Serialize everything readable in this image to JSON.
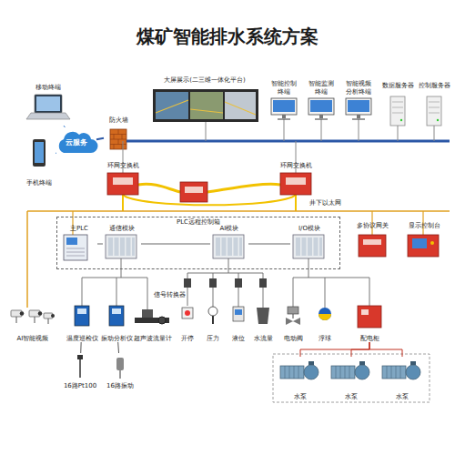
{
  "diagram": {
    "title": "煤矿智能排水系统方案",
    "nodes": [
      {
        "text": [
          "移动终端"
        ]
      },
      {
        "text": [
          "手机终端"
        ]
      },
      {
        "text": [
          "云服务"
        ]
      },
      {
        "text": [
          "防火墙"
        ]
      },
      {
        "text": [
          "大屏展示(二三维一体化平台)"
        ]
      },
      {
        "text": [
          "智能控制终端"
        ]
      },
      {
        "text": [
          "智能监测终端"
        ]
      },
      {
        "text": [
          "智能视频分析终端"
        ]
      },
      {
        "text": [
          "数据服务器"
        ]
      },
      {
        "text": [
          "控制服务器"
        ]
      },
      {
        "text": [
          "环网交换机"
        ]
      },
      {
        "text": [
          "环网交换机"
        ]
      },
      {
        "text": [
          "PLC远程控制箱"
        ]
      },
      {
        "text": [
          "主PLC"
        ],
        "in": 12
      },
      {
        "text": [
          "通信模块"
        ],
        "in": 12
      },
      {
        "text": [
          "AI模块"
        ],
        "in": 12
      },
      {
        "text": [
          "I/O模块"
        ],
        "in": 12
      },
      {
        "text": [
          "多协议网关"
        ]
      },
      {
        "text": [
          "显示控制台"
        ]
      },
      {
        "text": [
          "AI智能视频"
        ]
      },
      {
        "text": [
          "温度巡检仪"
        ]
      },
      {
        "text": [
          "振动分析仪"
        ]
      },
      {
        "text": [
          "超声波流量计"
        ]
      },
      {
        "text": [
          "开停"
        ]
      },
      {
        "text": [
          "压力"
        ]
      },
      {
        "text": [
          "液位"
        ]
      },
      {
        "text": [
          "水流量"
        ]
      },
      {
        "text": [
          "电动阀"
        ]
      },
      {
        "text": [
          "浮球"
        ]
      },
      {
        "text": [
          "配电柜"
        ]
      },
      {
        "text": [
          "16路Pt100"
        ]
      },
      {
        "text": [
          "16路振动"
        ]
      },
      {
        "text": [
          "水泵"
        ]
      },
      {
        "text": [
          "水泵"
        ]
      },
      {
        "text": [
          "水泵"
        ]
      }
    ],
    "edges": [
      {
        "from": 0,
        "to": 2,
        "arrow": "none"
      },
      {
        "from": 1,
        "to": 2,
        "arrow": "none"
      },
      {
        "from": 2,
        "to": 3,
        "arrow": "none"
      },
      {
        "from": 13,
        "to": 14,
        "arrow": "none"
      },
      {
        "from": 14,
        "to": 15,
        "arrow": "none"
      },
      {
        "from": 15,
        "to": 16,
        "arrow": "none"
      },
      {
        "from": 20,
        "to": 30,
        "arrow": "none"
      },
      {
        "from": 21,
        "to": 31,
        "arrow": "none"
      },
      {
        "from": 29,
        "to": 32,
        "arrow": "none"
      },
      {
        "from": 29,
        "to": 33,
        "arrow": "none"
      },
      {
        "from": 29,
        "to": 34,
        "arrow": "none"
      }
    ],
    "labels": [
      "井下以太网",
      "信号转换器"
    ]
  }
}
